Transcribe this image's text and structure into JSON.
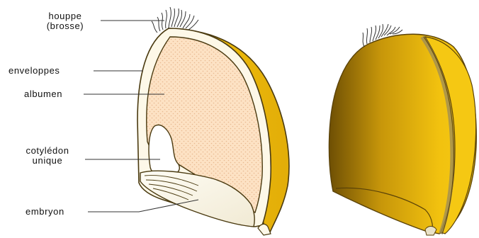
{
  "labels": {
    "houppe": [
      "houppe",
      "(brosse)"
    ],
    "enveloppes": "enveloppes",
    "albumen": "albumen",
    "cotyledon": [
      "cotylédon",
      "unique"
    ],
    "embryon": "embryon"
  },
  "colors": {
    "background": "#ffffff",
    "albumen_fill": "#fde2c4",
    "albumen_dots": "#e8b890",
    "envelope_fill": "#fdf8e8",
    "outline": "#4a3a10",
    "grain_gold": "#f2c20f",
    "grain_dark": "#7a5a05",
    "leader_line": "#333333"
  }
}
